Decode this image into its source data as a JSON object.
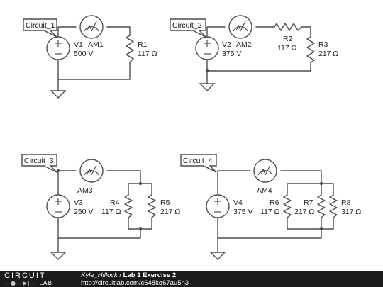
{
  "circuits": [
    {
      "tag": "Circuit_1",
      "source": {
        "name": "V1",
        "value": "500 V"
      },
      "ammeter": "AM1",
      "resistors": [
        {
          "name": "R1",
          "value": "117 Ω"
        }
      ]
    },
    {
      "tag": "Circuit_2",
      "source": {
        "name": "V2",
        "value": "375 V"
      },
      "ammeter": "AM2",
      "resistors": [
        {
          "name": "R2",
          "value": "117 Ω"
        },
        {
          "name": "R3",
          "value": "217 Ω"
        }
      ]
    },
    {
      "tag": "Circuit_3",
      "source": {
        "name": "V3",
        "value": "250 V"
      },
      "ammeter": "AM3",
      "resistors": [
        {
          "name": "R4",
          "value": "117 Ω"
        },
        {
          "name": "R5",
          "value": "217 Ω"
        }
      ]
    },
    {
      "tag": "Circuit_4",
      "source": {
        "name": "V4",
        "value": "375 V"
      },
      "ammeter": "AM4",
      "resistors": [
        {
          "name": "R6",
          "value": "117 Ω"
        },
        {
          "name": "R7",
          "value": "217 Ω"
        },
        {
          "name": "R8",
          "value": "317 Ω"
        }
      ]
    }
  ],
  "footer": {
    "logo_top": "CIRCUIT",
    "logo_bottom": "LAB",
    "author": "Kyle_Hillock",
    "separator": " / ",
    "title": "Lab 1 Exercise 2",
    "url": "http://circuitlab.com/c648kg67au5n3"
  },
  "colors": {
    "wire": "#4d4d4d",
    "footer_bg": "#1a1a1a",
    "tag_bg": "#ffffff"
  }
}
